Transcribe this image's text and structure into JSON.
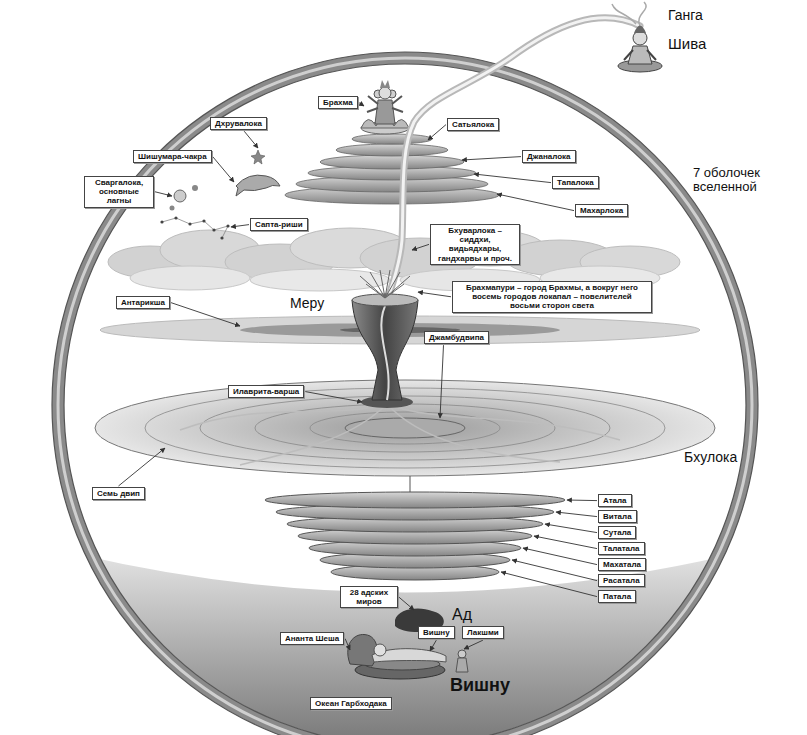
{
  "diagram": {
    "nodes": [
      {
        "text": [
          "Брахма"
        ]
      },
      {
        "text": [
          "Дхрувалока"
        ]
      },
      {
        "text": [
          "Сатьялока"
        ]
      },
      {
        "text": [
          "Шишумара-чакра"
        ]
      },
      {
        "text": [
          "Джаналока"
        ]
      },
      {
        "text": [
          "Сваргалока, основные лагны"
        ]
      },
      {
        "text": [
          "Тапалока"
        ]
      },
      {
        "text": [
          "Махарлока"
        ]
      },
      {
        "text": [
          "Сапта-риши"
        ]
      },
      {
        "text": [
          "Бхуварлока – сиддхи, видьядхары, гандхарвы и проч."
        ]
      },
      {
        "text": [
          "Брахмапури – город Брахмы, а вокруг него восемь городов локапал – повелителей восьми сторон света"
        ]
      },
      {
        "text": [
          "Антарикша"
        ]
      },
      {
        "text": [
          "Джамбудвипа"
        ]
      },
      {
        "text": [
          "Илаврита-варша"
        ]
      },
      {
        "text": [
          "Семь двип"
        ]
      },
      {
        "text": [
          "Атала"
        ]
      },
      {
        "text": [
          "Витала"
        ]
      },
      {
        "text": [
          "Сутала"
        ]
      },
      {
        "text": [
          "Талатала"
        ]
      },
      {
        "text": [
          "Махатала"
        ]
      },
      {
        "text": [
          "Расатала"
        ]
      },
      {
        "text": [
          "Патала"
        ]
      },
      {
        "text": [
          "28 адских миров"
        ]
      },
      {
        "text": [
          "Ананта Шеша"
        ]
      },
      {
        "text": [
          "Вишну"
        ]
      },
      {
        "text": [
          "Лакшми"
        ]
      },
      {
        "text": [
          "Океан Гарбходака"
        ]
      }
    ],
    "labels": [
      "Ганга",
      "Шива",
      "7 оболочек вселенной",
      "Меру",
      "Бхулока",
      "Ад",
      "Вишну"
    ]
  }
}
